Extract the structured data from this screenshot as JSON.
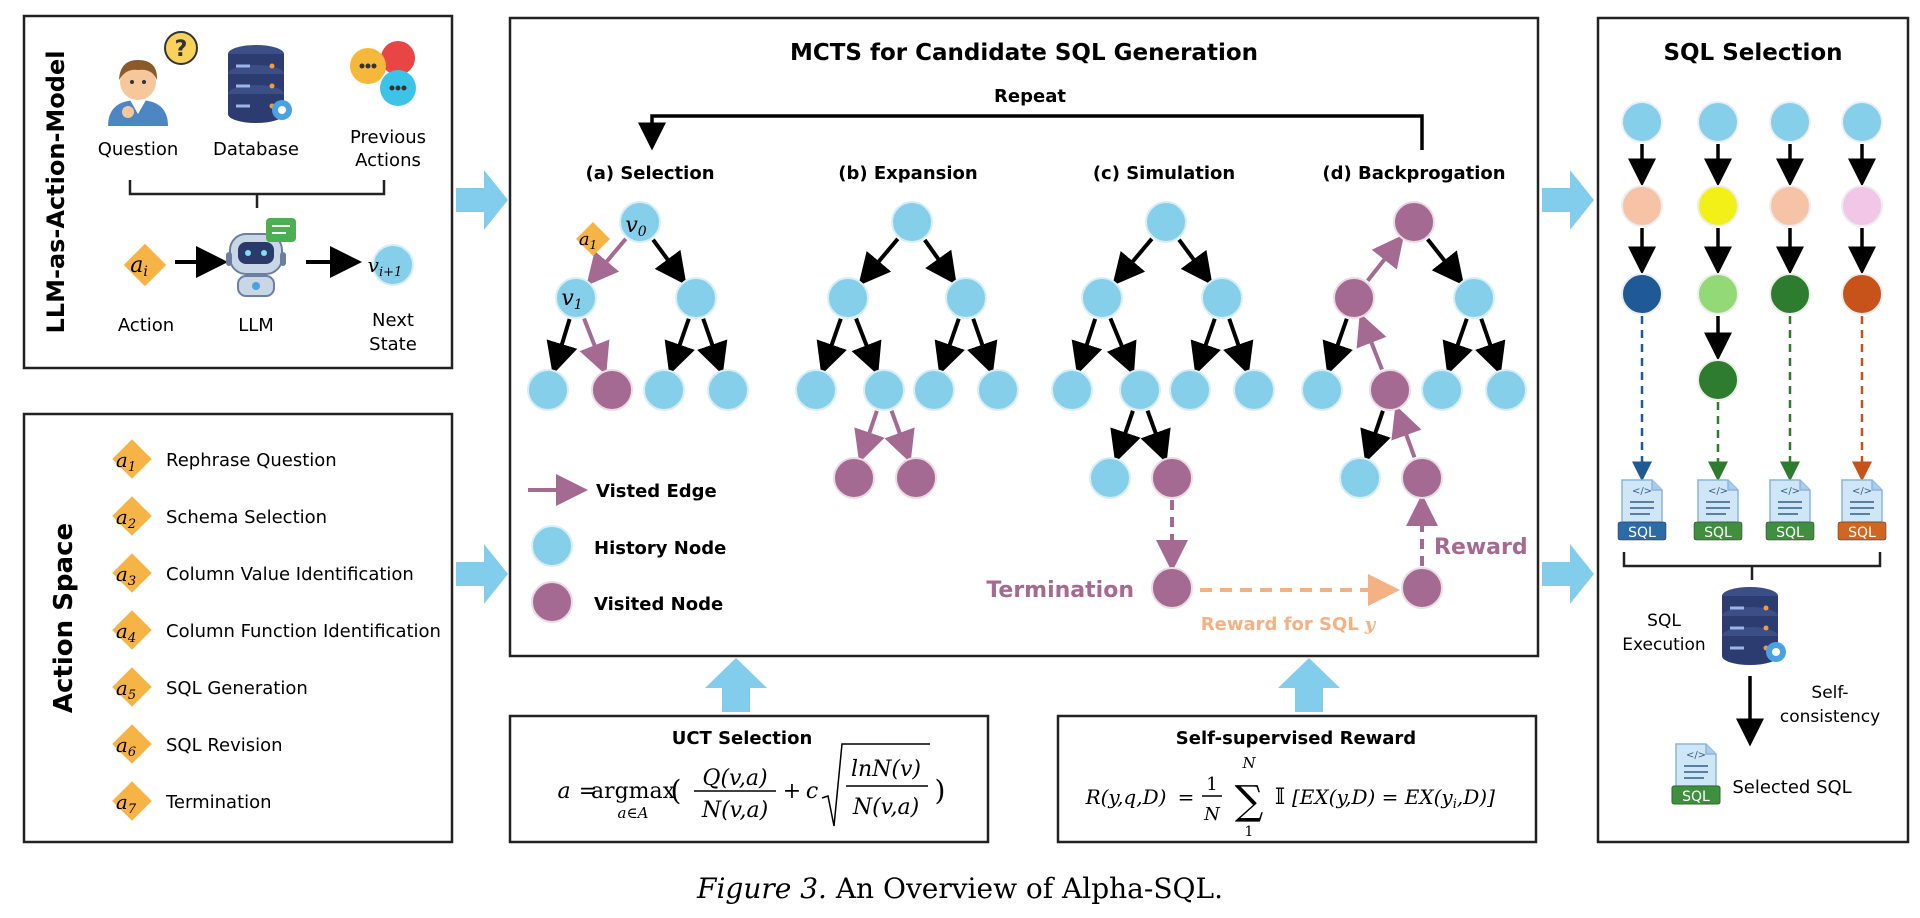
{
  "left_top": {
    "side_title": "LLM-as-Action-Model",
    "question": "Question",
    "database": "Database",
    "previous_actions": [
      "Previous",
      "Actions"
    ],
    "action_symbol": "a",
    "action_sub": "i",
    "action": "Action",
    "llm": "LLM",
    "state_symbol": "v",
    "state_sub": "i+1",
    "next_state": [
      "Next",
      "State"
    ],
    "question_mark": "?"
  },
  "action_space": {
    "side_title": "Action Space",
    "symbol": "a",
    "items": [
      {
        "sub": "1",
        "label": "Rephrase Question"
      },
      {
        "sub": "2",
        "label": "Schema Selection"
      },
      {
        "sub": "3",
        "label": "Column Value Identification"
      },
      {
        "sub": "4",
        "label": "Column Function Identification"
      },
      {
        "sub": "5",
        "label": "SQL Generation"
      },
      {
        "sub": "6",
        "label": "SQL Revision"
      },
      {
        "sub": "7",
        "label": "Termination"
      }
    ]
  },
  "mcts": {
    "title": "MCTS for Candidate SQL Generation",
    "repeat": "Repeat",
    "stages": [
      "(a) Selection",
      "(b) Expansion",
      "(c) Simulation",
      "(d) Backprogation"
    ],
    "v0_symbol": "v",
    "v0_sub": "0",
    "v1_symbol": "v",
    "v1_sub": "1",
    "a1_symbol": "a",
    "a1_sub": "1",
    "legend": {
      "visited_edge": "Visted Edge",
      "history_node": "History Node",
      "visited_node": "Visited Node"
    },
    "termination": "Termination",
    "reward": "Reward",
    "reward_for_sql": "Reward for SQL",
    "reward_for_sql_var": "y"
  },
  "uct": {
    "title": "UCT  Selection",
    "a": "a",
    "eq": "=",
    "argmax": "argmax",
    "argmax_sub": "a∈A",
    "lparen": "(",
    "num1": "Q(v,a)",
    "den1": "N(v,a)",
    "plus": "+",
    "c": "c",
    "num2": "lnN(v)",
    "den2": "N(v,a)",
    "rparen": ")"
  },
  "reward_box": {
    "title": "Self-supervised Reward",
    "lhs": "R(y,q,D)",
    "eq": "=",
    "frac_num": "1",
    "frac_den": "N",
    "sum": "∑",
    "sum_top": "N",
    "sum_bot": "1",
    "indicator": "𝕀",
    "rhs": "[EX(y,D) = EX(y",
    "rhs_sub": "i",
    "rhs_end": ",D)]"
  },
  "sql_selection": {
    "title": "SQL Selection",
    "sql_tag": "SQL",
    "code_glyph": "</>",
    "execution": [
      "SQL",
      "Execution"
    ],
    "self_consistency": [
      "Self-",
      "consistency"
    ],
    "selected": "Selected SQL",
    "colors": {
      "col1": [
        "#86CFEA",
        "#F6C3A6",
        "#1F5A96"
      ],
      "col2": [
        "#86CFEA",
        "#F3F018",
        "#93DA76",
        "#2E7D2E"
      ],
      "col3": [
        "#86CFEA",
        "#F6C3A6",
        "#2E7D2E"
      ],
      "col4": [
        "#86CFEA",
        "#F2C6E6",
        "#C8531A"
      ]
    }
  },
  "colors": {
    "history_node": "#86CFEA",
    "visited_node": "#A56A92",
    "visited_edge": "#A56A92",
    "action_diamond": "#F6B447",
    "reward_dashed": "#F4B183",
    "big_arrow": "#82CDEB"
  },
  "caption": {
    "figure": "Figure 3.",
    "text": " An Overview of Alpha-SQL."
  }
}
